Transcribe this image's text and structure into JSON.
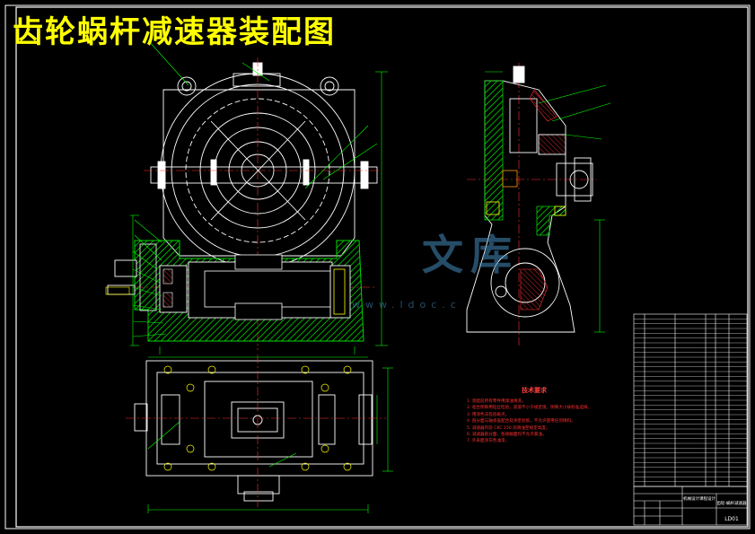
{
  "title": "齿轮蜗杆减速器装配图",
  "watermark": {
    "text": "文库",
    "url": "www.ldoc.c"
  },
  "tech_requirements": {
    "heading": "技术要求",
    "lines": [
      "1. 装配前所有零件用煤油清洗。",
      "2. 啮合侧隙用铅丝检验，其值不小于规定值，侧隙大小按标准选择。",
      "3. 用涂色法检验斑点。",
      "4. 剖分面与轴承盖配合处涂密封胶，不允许使用任何填料。",
      "5. 减速器内装 CKC 150 润滑油至规定高度。",
      "6. 减速器剖分面、各接触面均不允许漏油。",
      "7. 外表面涂灰色油漆。"
    ]
  },
  "title_block": {
    "drawing_no": "LD01",
    "part_name": "齿轮-蜗杆减速器",
    "school": "机械设计课程设计"
  },
  "colors": {
    "background": "#000000",
    "frame": "#ffffff",
    "geometry": "#ffffff",
    "hatch": "#00d800",
    "dims": "#00ff00",
    "title": "#ffff00",
    "notes": "#ff3030"
  }
}
